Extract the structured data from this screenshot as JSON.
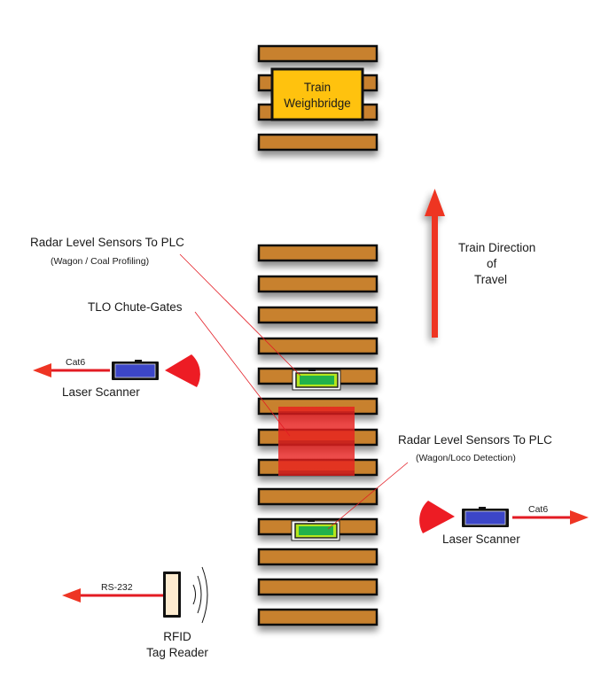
{
  "weighbridge": {
    "label_line1": "Train",
    "label_line2": "Weighbridge",
    "fill_color": "#FFC20E"
  },
  "direction": {
    "line1": "Train Direction",
    "line2": "of",
    "line3": "Travel",
    "arrow_color": "#EE3524"
  },
  "radar_upper": {
    "title": "Radar Level Sensors To PLC",
    "subtitle": "(Wagon / Coal Profiling)"
  },
  "chute_gates": {
    "label": "TLO Chute-Gates",
    "fill_color": "#E8201E"
  },
  "radar_lower": {
    "title": "Radar Level Sensors To PLC",
    "subtitle": "(Wagon/Loco Detection)"
  },
  "laser_left": {
    "label": "Laser Scanner",
    "cable": "Cat6"
  },
  "laser_right": {
    "label": "Laser Scanner",
    "cable": "Cat6"
  },
  "rfid": {
    "line1": "RFID",
    "line2": "Tag Reader",
    "cable": "RS-232"
  },
  "colors": {
    "sleeper": "#C8812F",
    "rail": "#5E5E5E",
    "scanner_body": "#3C46C8",
    "sensor_green": "#22B14C",
    "sensor_lime": "#B5E61D",
    "leader_line": "#E31B23"
  }
}
